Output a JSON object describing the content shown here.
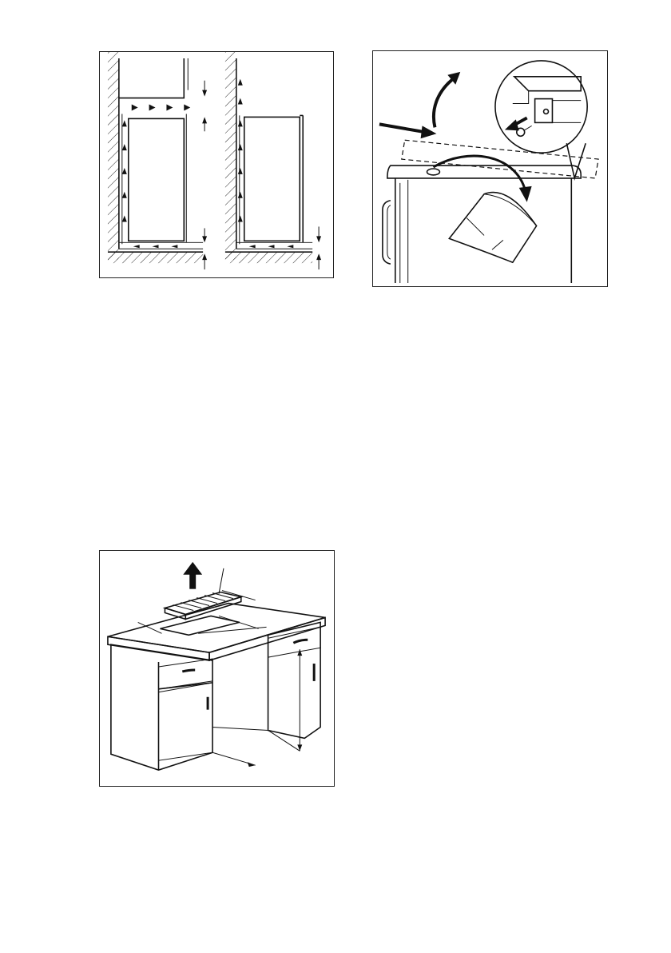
{
  "page": {
    "figures": [
      {
        "id": "ventilation",
        "content": "air-circulation-diagram"
      },
      {
        "id": "top-removal",
        "content": "worktop-removal-diagram"
      },
      {
        "id": "worktop",
        "content": "ventilation-grille-worktop-diagram"
      }
    ],
    "page_number": ""
  },
  "colors": {
    "line": "#111111",
    "background": "#ffffff"
  }
}
